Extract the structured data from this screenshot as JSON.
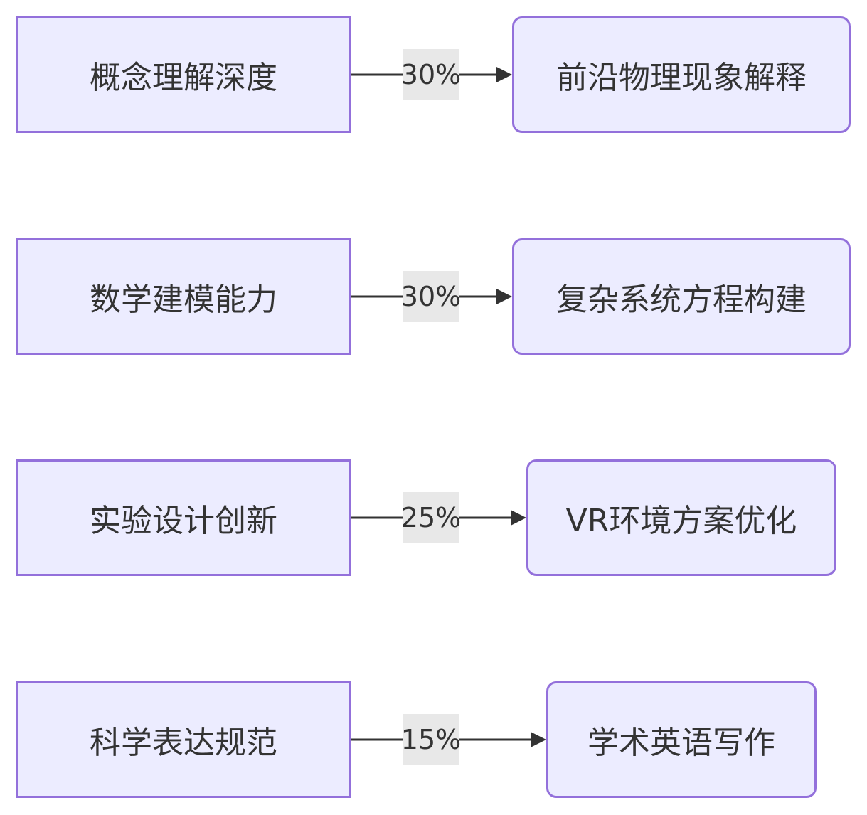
{
  "flows": [
    {
      "from": "概念理解深度",
      "weight": "30%",
      "to": "前沿物理现象解释"
    },
    {
      "from": "数学建模能力",
      "weight": "30%",
      "to": "复杂系统方程构建"
    },
    {
      "from": "实验设计创新",
      "weight": "25%",
      "to": "VR环境方案优化"
    },
    {
      "from": "科学表达规范",
      "weight": "15%",
      "to": "学术英语写作"
    }
  ]
}
